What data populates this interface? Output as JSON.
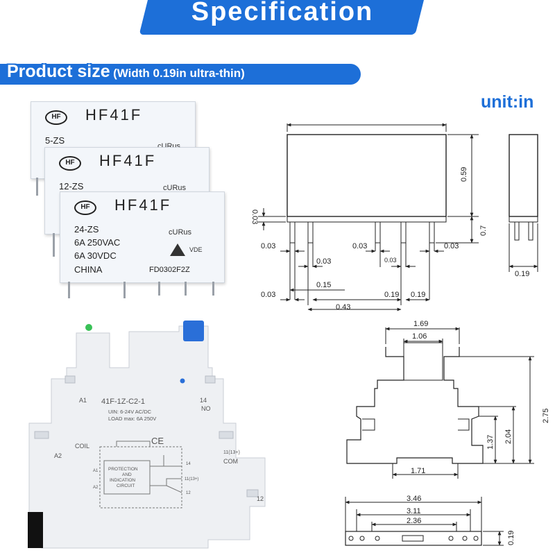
{
  "header": {
    "title": "Specification"
  },
  "section": {
    "title": "Product size",
    "note": "(Width 0.19in ultra-thin)"
  },
  "unit_label": "unit:in",
  "relays": [
    {
      "model": "HF41F",
      "logo": "HF",
      "voltage": "5-ZS",
      "cert": "cURus"
    },
    {
      "model": "HF41F",
      "logo": "HF",
      "voltage": "12-ZS",
      "cert": "cURus"
    },
    {
      "model": "HF41F",
      "logo": "HF",
      "voltage": "24-ZS",
      "rating_ac": "6A 250VAC",
      "rating_dc": "6A 30VDC",
      "origin": "CHINA",
      "cert": "cURus",
      "vde": "VDE",
      "date_code": "FD0302F2Z"
    }
  ],
  "relay_drawing": {
    "height": "0.59",
    "top_offset": "0.03",
    "pin_length": "0.7",
    "pin_gap_left": "0.03",
    "pin_gap_a": "0.03",
    "pin_gap_mid": "0.03",
    "pin_gap_b": "0.03",
    "pin_gap_right": "0.03",
    "pitch_a": "0.15",
    "edge": "0.03",
    "total": "0.43",
    "pitch_b": "0.19",
    "pitch_c": "0.19",
    "side_width": "0.19"
  },
  "socket": {
    "model": "41F-1Z-C2-1",
    "uin": "UIN: 6-24V AC/DC",
    "load": "LOAD max: 6A 250V",
    "labels": {
      "a1": "A1",
      "coil": "COIL",
      "a2": "A2",
      "t14": "14",
      "no": "NO",
      "t11": "11(13+)",
      "com": "COM",
      "t12": "12"
    },
    "circuit": {
      "line1": "PROTECTION",
      "line2": "AND",
      "line3": "INDICATION",
      "line4": "CIRCUIT",
      "a1": "A1",
      "a2": "A2",
      "p14": "14",
      "p11": "11(13+)",
      "p12": "12"
    },
    "ce": "CE"
  },
  "socket_drawing": {
    "top_width": "1.69",
    "inner_width": "1.06",
    "overall_height": "2.75",
    "mid_height": "2.04",
    "lower_height": "1.37",
    "base_width": "1.71"
  },
  "bottom_drawing": {
    "w1": "3.46",
    "w2": "3.11",
    "w3": "2.36",
    "h": "0.19"
  }
}
